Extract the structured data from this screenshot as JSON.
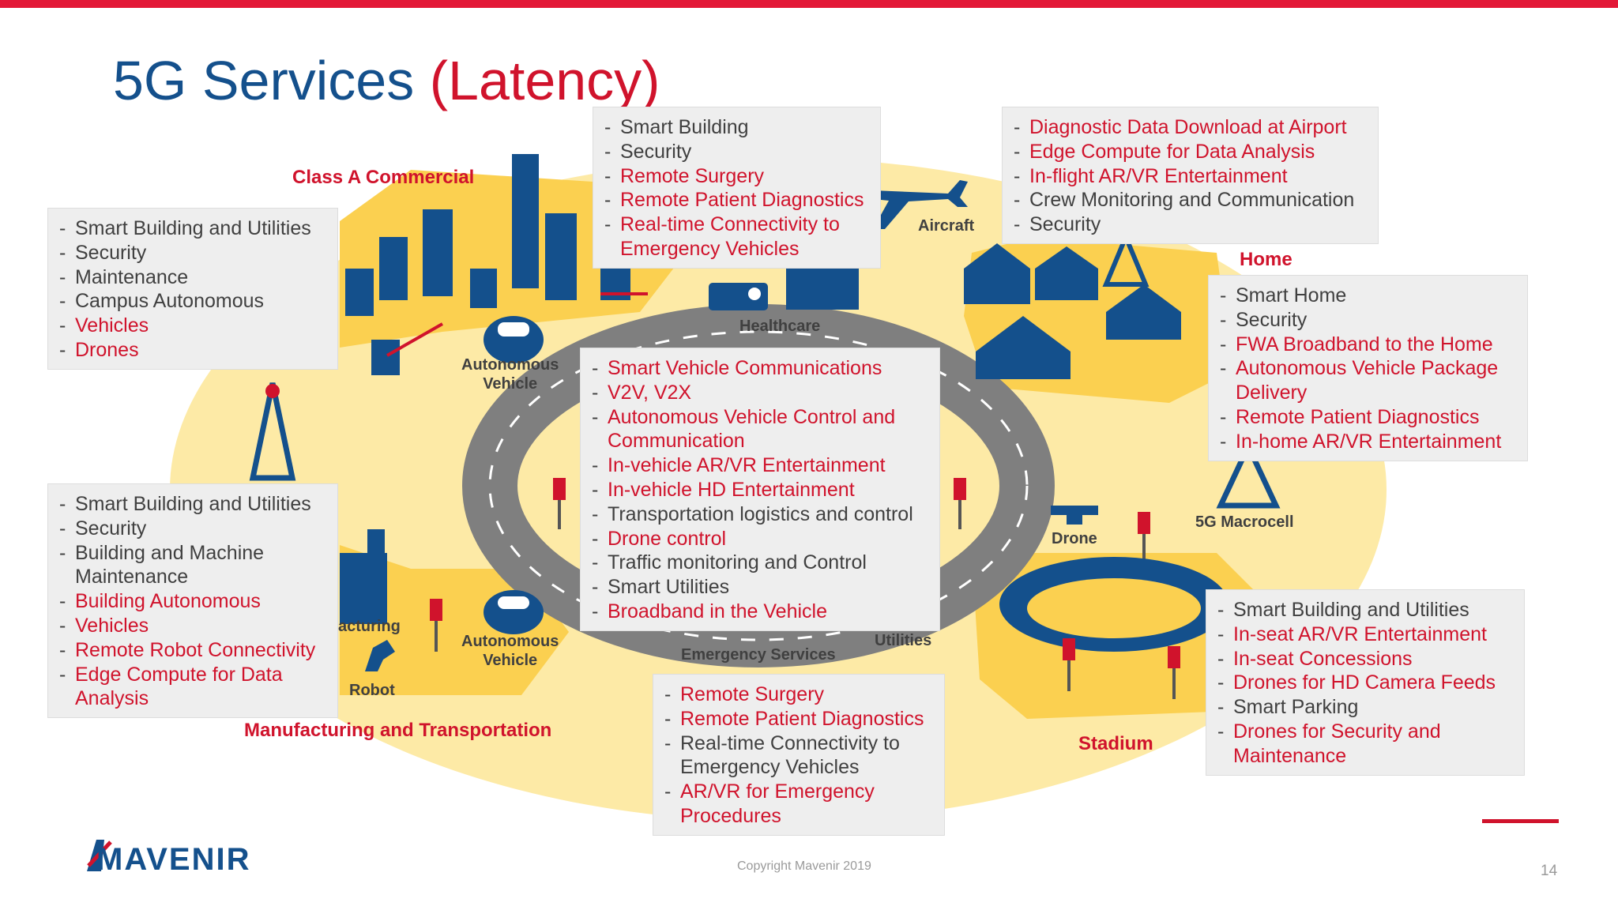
{
  "title": {
    "main": "5G Services",
    "accent": "(Latency)"
  },
  "labels": {
    "class_a_commercial": "Class A Commercial",
    "aircraft": "Aircraft",
    "home": "Home",
    "healthcare": "Healthcare",
    "autonomous_vehicle_top": "Autonomous\nVehicle",
    "autonomous_vehicle_bottom": "Autonomous\nVehicle",
    "manufacturing_partial": "acturing",
    "robot": "Robot",
    "emergency_services": "Emergency Services",
    "utilities": "Utilities",
    "drone": "Drone",
    "macrocell": "5G Macrocell",
    "stadium": "Stadium",
    "manufacturing_transportation": "Manufacturing and Transportation"
  },
  "boxes": {
    "commercial": [
      {
        "text": "Smart Building and Utilities",
        "hl": false
      },
      {
        "text": "Security",
        "hl": false
      },
      {
        "text": "Maintenance",
        "hl": false
      },
      {
        "text": "Campus Autonomous",
        "hl": false
      },
      {
        "text": "Vehicles",
        "hl": true
      },
      {
        "text": "Drones",
        "hl": true
      }
    ],
    "healthcare": [
      {
        "text": "Smart Building",
        "hl": false
      },
      {
        "text": "Security",
        "hl": false
      },
      {
        "text": "Remote Surgery",
        "hl": true
      },
      {
        "text": "Remote Patient Diagnostics",
        "hl": true
      },
      {
        "text": "Real-time Connectivity to Emergency Vehicles",
        "hl": true
      }
    ],
    "aircraft": [
      {
        "text": "Diagnostic Data Download at Airport",
        "hl": true
      },
      {
        "text": "Edge Compute for Data Analysis",
        "hl": true
      },
      {
        "text": "In-flight AR/VR Entertainment",
        "hl": true
      },
      {
        "text": "Crew Monitoring and Communication",
        "hl": false
      },
      {
        "text": "Security",
        "hl": false
      }
    ],
    "home": [
      {
        "text": "Smart Home",
        "hl": false
      },
      {
        "text": "Security",
        "hl": false
      },
      {
        "text": "FWA Broadband to the Home",
        "hl": true
      },
      {
        "text": "Autonomous Vehicle Package Delivery",
        "hl": true
      },
      {
        "text": "Remote Patient Diagnostics",
        "hl": true
      },
      {
        "text": "In-home AR/VR Entertainment",
        "hl": true
      }
    ],
    "vehicle": [
      {
        "text": "Smart Vehicle Communications",
        "hl": true
      },
      {
        "text": "V2V, V2X",
        "hl": true
      },
      {
        "text": "Autonomous Vehicle Control and Communication",
        "hl": true
      },
      {
        "text": "In-vehicle AR/VR Entertainment",
        "hl": true
      },
      {
        "text": "In-vehicle HD Entertainment",
        "hl": true
      },
      {
        "text": "Transportation logistics and control",
        "hl": false
      },
      {
        "text": "Drone control",
        "hl": true
      },
      {
        "text": "Traffic monitoring and Control",
        "hl": false
      },
      {
        "text": "Smart Utilities",
        "hl": false
      },
      {
        "text": "Broadband in the Vehicle",
        "hl": true
      }
    ],
    "manufacturing": [
      {
        "text": "Smart Building and Utilities",
        "hl": false
      },
      {
        "text": "Security",
        "hl": false
      },
      {
        "text": "Building and Machine Maintenance",
        "hl": false
      },
      {
        "text": "Building Autonomous",
        "hl": true
      },
      {
        "text": "Vehicles",
        "hl": true
      },
      {
        "text": "Remote Robot Connectivity",
        "hl": true
      },
      {
        "text": "Edge Compute for Data Analysis",
        "hl": true
      }
    ],
    "emergency": [
      {
        "text": "Remote Surgery",
        "hl": true
      },
      {
        "text": "Remote Patient Diagnostics",
        "hl": true
      },
      {
        "text": "Real-time Connectivity to Emergency Vehicles",
        "hl": false
      },
      {
        "text": "AR/VR for Emergency Procedures",
        "hl": true
      }
    ],
    "stadium": [
      {
        "text": "Smart Building and Utilities",
        "hl": false
      },
      {
        "text": "In-seat AR/VR Entertainment",
        "hl": true
      },
      {
        "text": "In-seat Concessions",
        "hl": true
      },
      {
        "text": "Drones for HD Camera Feeds",
        "hl": true
      },
      {
        "text": "Smart Parking",
        "hl": false
      },
      {
        "text": "Drones for Security and Maintenance",
        "hl": true
      }
    ]
  },
  "footer": {
    "logo": "MAVENIR",
    "copyright": "Copyright Mavenir 2019",
    "page": "14"
  },
  "colors": {
    "red": "#d0132c",
    "blue": "#14508c",
    "yellow": "#fbd050",
    "light_yellow": "#fdeaa6",
    "road": "#7f7f7f"
  }
}
